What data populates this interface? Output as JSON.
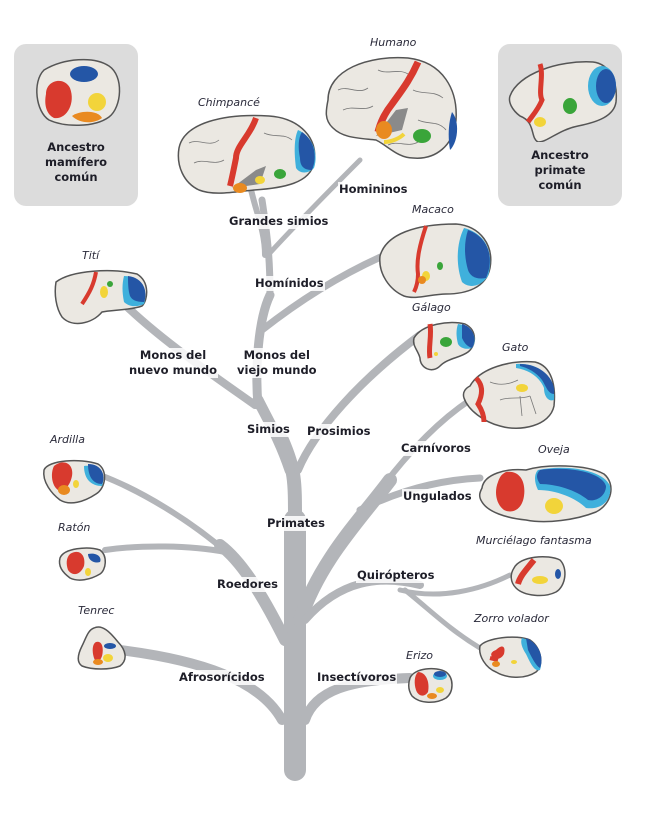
{
  "figure": {
    "topic": "Evolución de las áreas corticales en el cerebro de mamíferos",
    "colors": {
      "branch": "#b3b5b9",
      "brain_fill": "#ebe8e2",
      "brain_outline": "#555555",
      "motor_red": "#d83a2e",
      "somatosensory_red": "#d83a2e",
      "visual_blue": "#2456a6",
      "visual_light_blue": "#3fb0dc",
      "auditory_yellow": "#f2d43a",
      "orange": "#e98a20",
      "green": "#3aa53a",
      "gray_area": "#8a8a8a",
      "ancestor_box": "#dcdcdc"
    }
  },
  "ancestors": [
    {
      "id": "mammal",
      "label_lines": [
        "Ancestro",
        "mamífero",
        "común"
      ]
    },
    {
      "id": "primate",
      "label_lines": [
        "Ancestro",
        "primate",
        "común"
      ]
    }
  ],
  "clades": {
    "homininos": "Homininos",
    "grandes_simios": "Grandes simios",
    "hominidos": "Homínidos",
    "monos_nuevo": [
      "Monos del",
      "nuevo mundo"
    ],
    "monos_viejo": [
      "Monos del",
      "viejo mundo"
    ],
    "simios": "Simios",
    "prosimios": "Prosimios",
    "carnivoros": "Carnívoros",
    "ungulados": "Ungulados",
    "primates": "Primates",
    "quiropteros": "Quirópteros",
    "roedores": "Roedores",
    "afrosoricidos": "Afrosorícidos",
    "insectivoros": "Insectívoros"
  },
  "species": {
    "humano": "Humano",
    "chimpance": "Chimpancé",
    "macaco": "Macaco",
    "titi": "Tití",
    "galago": "Gálago",
    "gato": "Gato",
    "oveja": "Oveja",
    "ardilla": "Ardilla",
    "raton": "Ratón",
    "murcielago": "Murciélago fantasma",
    "zorro": "Zorro volador",
    "tenrec": "Tenrec",
    "erizo": "Erizo"
  }
}
